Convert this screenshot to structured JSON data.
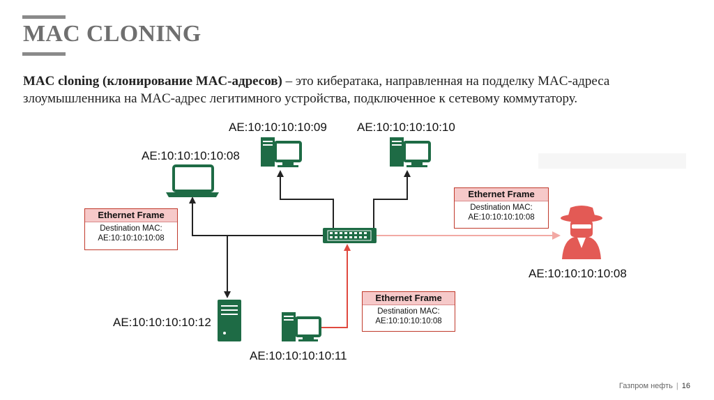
{
  "slide": {
    "title": "MAC CLONING",
    "description_bold": "MAC cloning (клонирование MAC-адресов)",
    "description_rest": " – это кибератака, направленная на подделку MAC-адреса злоумышленника на MAC-адрес легитимного устройства, подключенное к сетевому коммутатору."
  },
  "diagram": {
    "nodes": {
      "laptop": {
        "mac": "AE:10:10:10:10:08",
        "icon": "laptop-icon"
      },
      "desktop_left": {
        "mac": "AE:10:10:10:10:09",
        "icon": "desktop-computer-icon"
      },
      "desktop_right": {
        "mac": "AE:10:10:10:10:10",
        "icon": "desktop-computer-icon"
      },
      "server": {
        "mac": "AE:10:10:10:10:12",
        "icon": "server-tower-icon"
      },
      "sender": {
        "mac": "AE:10:10:10:10:11",
        "icon": "desktop-computer-icon"
      },
      "attacker": {
        "mac": "AE:10:10:10:10:08",
        "icon": "hacker-spy-icon"
      },
      "switch": {
        "icon": "network-switch-icon"
      }
    },
    "frames": [
      {
        "header": "Ethernet Frame",
        "line1": "Destination MAC:",
        "line2": "AE:10:10:10:10:08"
      },
      {
        "header": "Ethernet Frame",
        "line1": "Destination MAC:",
        "line2": "AE:10:10:10:10:08"
      },
      {
        "header": "Ethernet Frame",
        "line1": "Destination MAC:",
        "line2": "AE:10:10:10:10:08"
      }
    ],
    "colors": {
      "device_green": "#1e6b45",
      "link_dark": "#222222",
      "link_attack": "#e0493f",
      "link_faded": "#f2a9a4",
      "frame_border": "#c0392b",
      "frame_header_bg": "#f6c9c9",
      "attacker_red": "#e35a55"
    }
  },
  "footer": {
    "company": "Газпром нефть",
    "page": "16"
  }
}
